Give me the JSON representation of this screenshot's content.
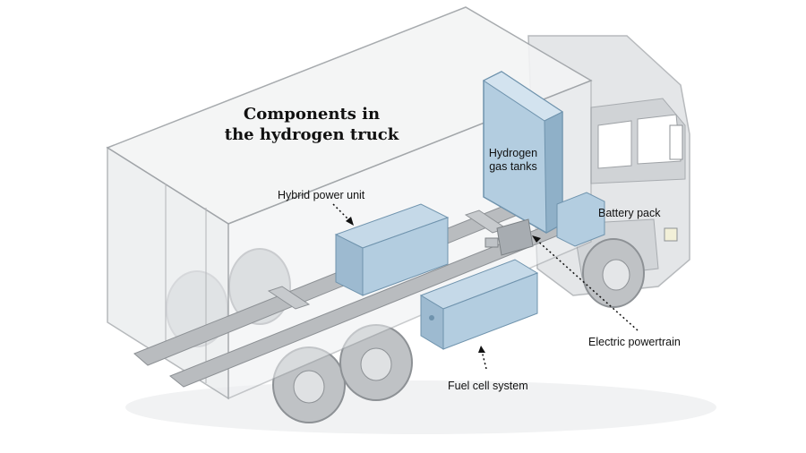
{
  "title_lines": [
    "Components in",
    "the hydrogen truck"
  ],
  "labels": {
    "hybrid_power_unit": "Hybrid power unit",
    "hydrogen_line1": "Hydrogen",
    "hydrogen_line2": "gas tanks",
    "battery_pack": "Battery pack",
    "electric_powertrain": "Electric powertrain",
    "fuel_cell_system": "Fuel cell system"
  },
  "colors": {
    "component_blue": "#a9c6dc",
    "component_edge": "#6f93ad",
    "truck_gray": "#d6d8da",
    "truck_edge": "#9ea2a6",
    "box_fill": "#eef0f2"
  }
}
